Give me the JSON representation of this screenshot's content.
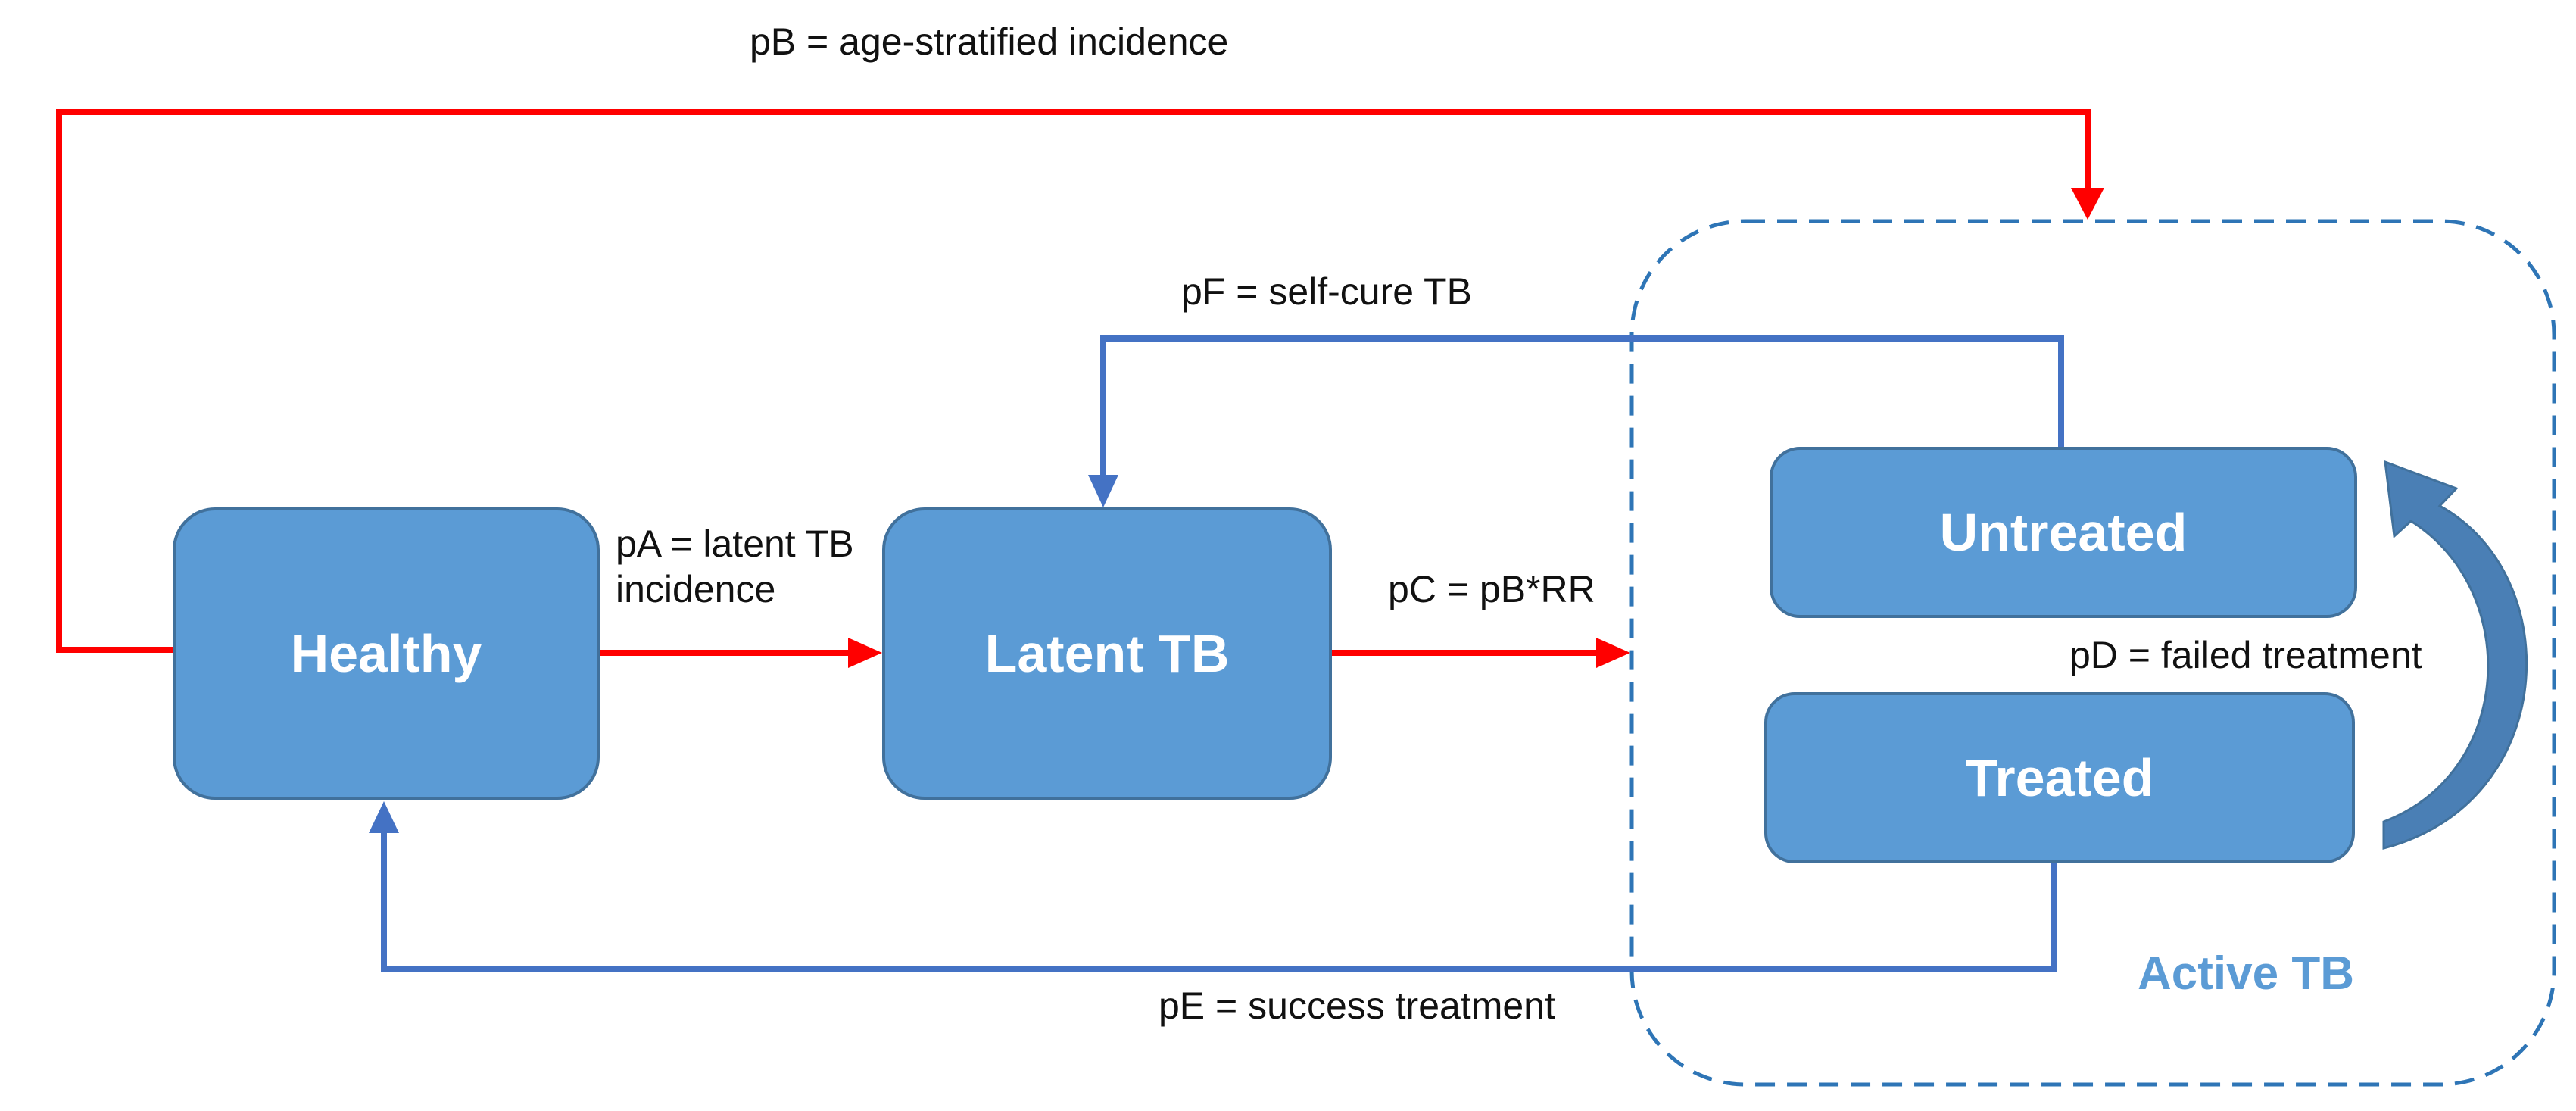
{
  "diagram": {
    "nodes": {
      "healthy": "Healthy",
      "latent": "Latent TB",
      "untreated": "Untreated",
      "treated": "Treated",
      "active_group": "Active TB"
    },
    "transitions": {
      "pA_line1": "pA = latent TB",
      "pA_line2": "incidence",
      "pB": "pB = age-stratified incidence",
      "pC": "pC = pB*RR",
      "pD": "pD = failed treatment",
      "pE": "pE = success treatment",
      "pF": "pF = self-cure TB"
    },
    "colors": {
      "node_fill": "#5b9bd5",
      "node_border": "#41719c",
      "risk_arrow": "#ff0000",
      "recovery_arrow": "#4472c4",
      "group_border": "#2e75b6",
      "group_title": "#5b9bd5"
    }
  }
}
